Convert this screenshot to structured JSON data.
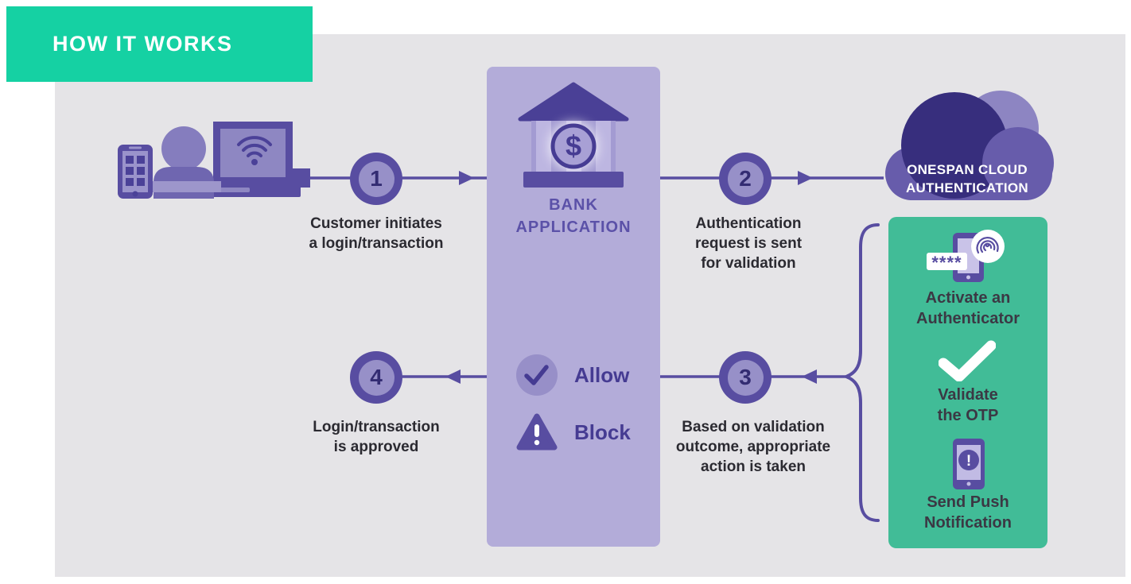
{
  "banner": {
    "title": "HOW IT WORKS"
  },
  "colors": {
    "banner_teal": "#15D1A3",
    "background_gray": "#E5E4E7",
    "bank_panel_lavender": "#B3ACD9",
    "primary_purple": "#584DA1",
    "deep_navy_purple": "#372E7D",
    "light_purple": "#9790C8",
    "green_panel": "#41BC97",
    "text_dark": "#2B2A31",
    "white": "#FFFFFF"
  },
  "actors": {
    "icon": "customer-devices-icon"
  },
  "steps": [
    {
      "number": "1",
      "label_lines": [
        "Customer initiates",
        "a login/transaction"
      ]
    },
    {
      "number": "2",
      "label_lines": [
        "Authentication",
        "request is sent",
        "for validation"
      ]
    },
    {
      "number": "3",
      "label_lines": [
        "Based on validation",
        "outcome, appropriate",
        "action is taken"
      ]
    },
    {
      "number": "4",
      "label_lines": [
        "Login/transaction",
        "is approved"
      ]
    }
  ],
  "bank_panel": {
    "title_lines": [
      "BANK",
      "APPLICATION"
    ],
    "outcomes": [
      {
        "icon": "check-circle-icon",
        "label": "Allow"
      },
      {
        "icon": "warning-triangle-icon",
        "label": "Block"
      }
    ]
  },
  "cloud": {
    "label_lines": [
      "ONESPAN CLOUD",
      "AUTHENTICATION"
    ]
  },
  "auth_panel": {
    "methods": [
      {
        "icon": "otp-phone-fingerprint-icon",
        "label_lines": [
          "Activate an",
          "Authenticator"
        ]
      },
      {
        "icon": "checkmark-icon",
        "label_lines": [
          "Validate",
          "the OTP"
        ]
      },
      {
        "icon": "push-notification-phone-icon",
        "label_lines": [
          "Send Push",
          "Notification"
        ]
      }
    ]
  },
  "glyphs": {
    "dollar": "$",
    "otp_code": "****",
    "alert": "!"
  }
}
